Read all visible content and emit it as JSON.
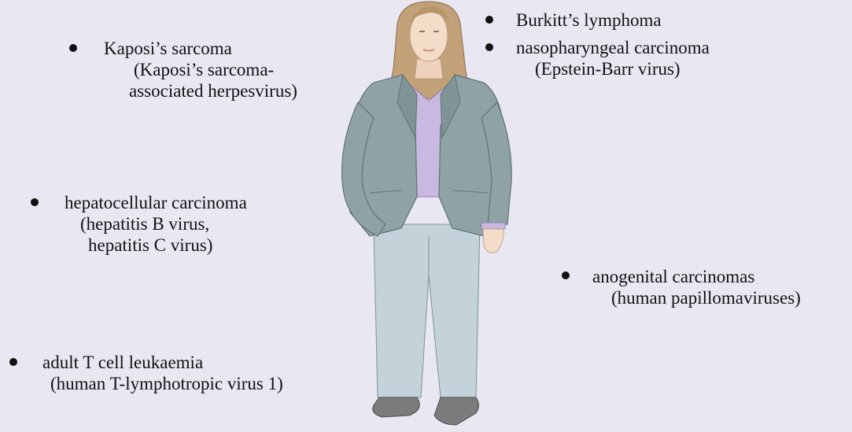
{
  "labels": {
    "kaposi": {
      "name": "Kaposi’s sarcoma",
      "virus_line1": "(Kaposi’s sarcoma-",
      "virus_line2": "associated herpesvirus)"
    },
    "burkitt": {
      "name": "Burkitt’s lymphoma"
    },
    "nasopharyngeal": {
      "name": "nasopharyngeal carcinoma",
      "virus": "(Epstein-Barr virus)"
    },
    "hepatocellular": {
      "name": "hepatocellular carcinoma",
      "virus_line1": "(hepatitis B virus,",
      "virus_line2": "hepatitis C virus)"
    },
    "anogenital": {
      "name": "anogenital carcinomas",
      "virus": "(human papillomaviruses)"
    },
    "adult_t": {
      "name": "adult T cell leukaemia",
      "virus": "(human T-lymphotropic virus 1)"
    }
  },
  "colors": {
    "background": "#e9e8f2",
    "jacket": "#8fa3a6",
    "pants": "#c3d3d9",
    "shirt": "#c9b8e0",
    "hair": "#c2a078",
    "skin": "#f3dcc8",
    "shoes": "#7b7b7b"
  },
  "icons": {
    "figure": "woman-figure-illustration"
  }
}
